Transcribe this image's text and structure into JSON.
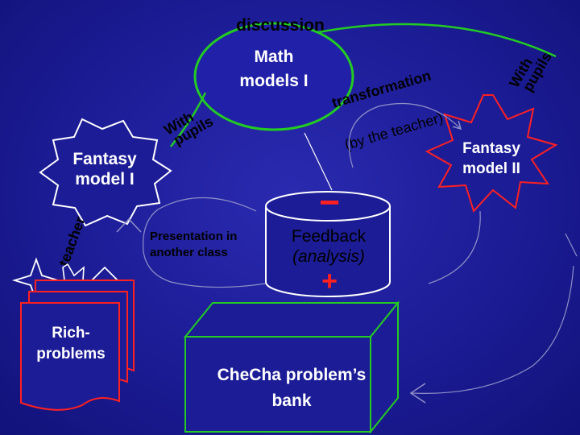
{
  "title": "discussion",
  "math_models": {
    "line1": "Math",
    "line2": "models I"
  },
  "fantasy_model_1": {
    "line1": "Fantasy",
    "line2": "model I"
  },
  "fantasy_model_2": {
    "line1": "Fantasy",
    "line2": "model II"
  },
  "with_pupils_left": {
    "line1": "With",
    "line2": "pupils"
  },
  "with_pupils_right": {
    "line1": "With",
    "line2": "pupils"
  },
  "transformation": "transformation",
  "by_the_teacher": "(by the teacher)",
  "teacher": "teacher",
  "presentation": {
    "line1": "Presentation in",
    "line2": "another class"
  },
  "feedback": {
    "line1": "Feedback",
    "line2": "(analysis)",
    "minus": "−",
    "plus": "+"
  },
  "rich_problems": {
    "line1": "Rich-",
    "line2": "problems"
  },
  "bank": {
    "line1": "CheCha problem’s",
    "line2": "bank"
  },
  "colors": {
    "background": "#1c1c96",
    "green": "#22cc22",
    "red": "#ff2020",
    "white": "#ffffff",
    "black": "#000000",
    "arrow": "#9090c8"
  }
}
